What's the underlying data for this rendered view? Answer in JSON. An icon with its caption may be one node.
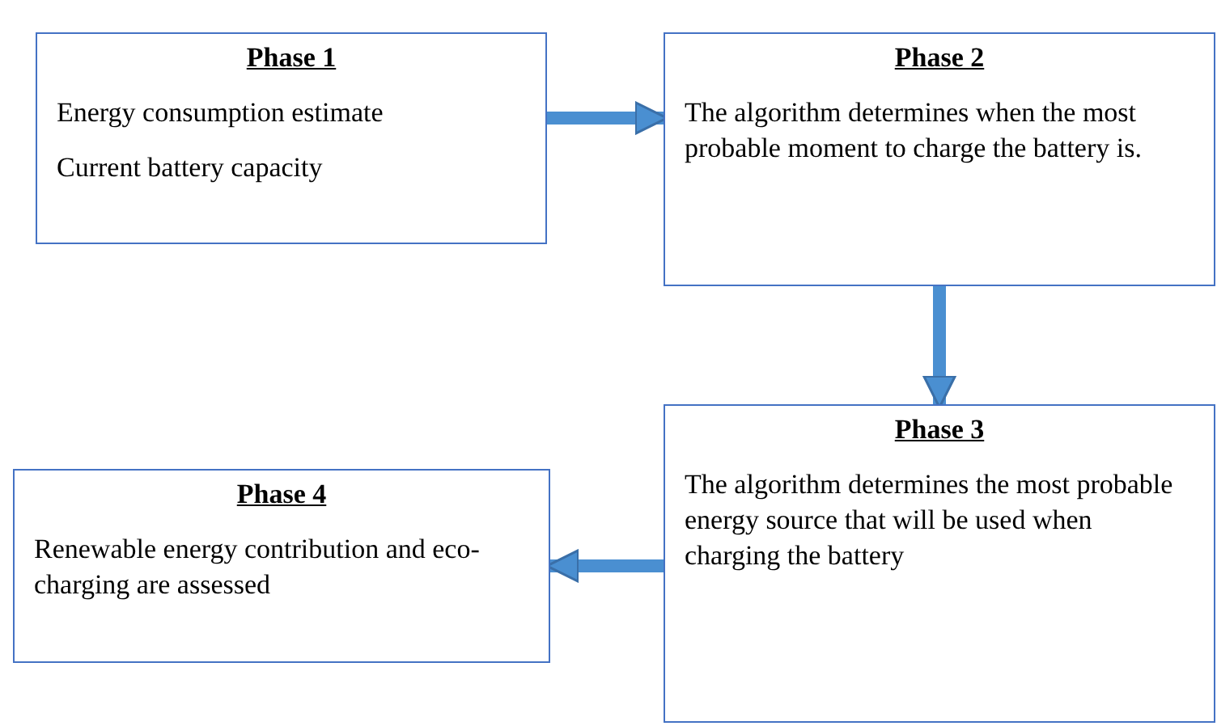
{
  "diagram": {
    "nodes": [
      {
        "text": [
          "Phase 1",
          "Energy consumption estimate",
          "Current battery capacity"
        ]
      },
      {
        "text": [
          "Phase 2",
          "The algorithm determines when the most probable moment to charge the battery is."
        ]
      },
      {
        "text": [
          "Phase 3",
          "The algorithm determines the most probable energy source that will be used when charging the battery"
        ]
      },
      {
        "text": [
          "Phase 4",
          "Renewable energy contribution and eco-charging are assessed"
        ]
      }
    ],
    "edges": [
      {
        "from": 0,
        "to": 1,
        "arrow": "to"
      },
      {
        "from": 1,
        "to": 2,
        "arrow": "to"
      },
      {
        "from": 2,
        "to": 3,
        "arrow": "to"
      }
    ]
  }
}
